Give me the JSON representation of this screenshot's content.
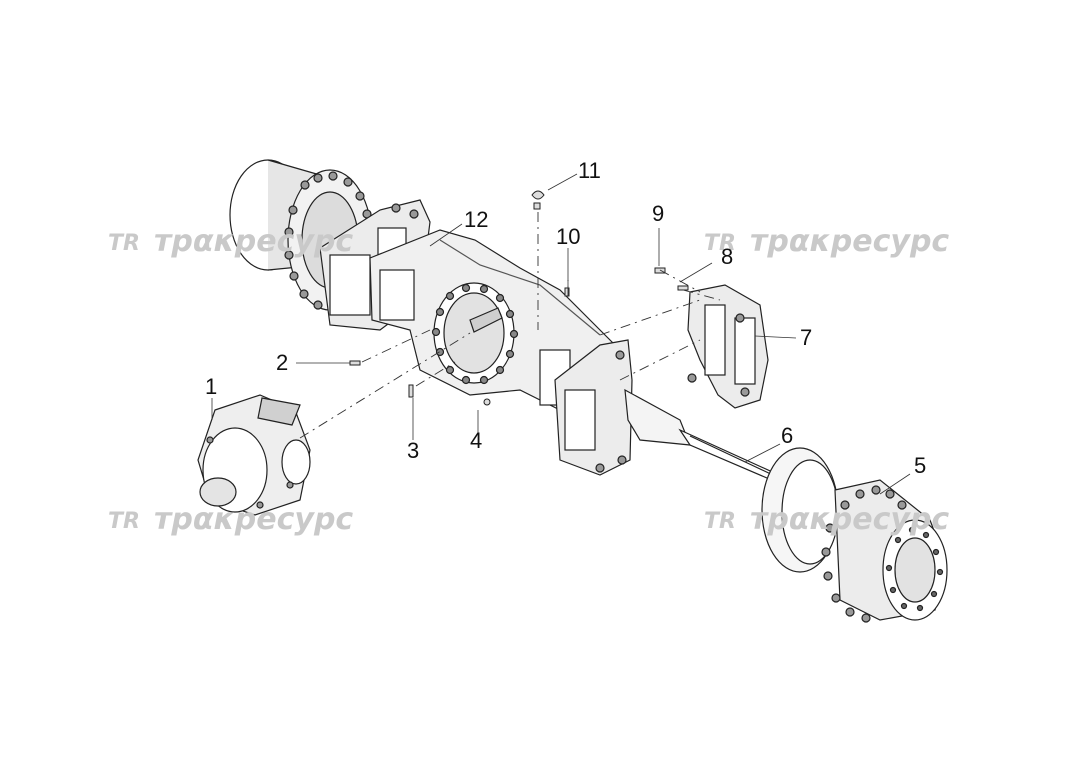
{
  "watermark": {
    "text": "трακресурс",
    "color": "#c9c9c9"
  },
  "watermarks": [
    "трακресурс",
    "трακресурс",
    "трακресурс",
    "трακресурс"
  ],
  "callouts": [
    "1",
    "2",
    "3",
    "4",
    "5",
    "6",
    "7",
    "8",
    "9",
    "10",
    "11",
    "12"
  ],
  "colors": {
    "line": "#222222",
    "fill": "#ffffff",
    "shade": "#d6d6d6",
    "dark": "#8a8a8a"
  }
}
